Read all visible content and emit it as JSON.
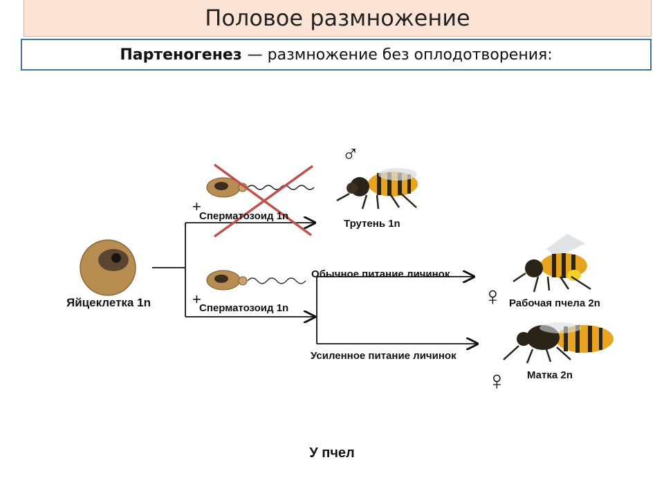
{
  "header": {
    "title": "Половое размножение",
    "term": "Партеногенез",
    "definition": "— размножение без оплодотворения:"
  },
  "labels": {
    "egg": "Яйцеклетка 1n",
    "sperm_top": "Сперматозоид 1n",
    "sperm_bottom": "Сперматозоид 1n",
    "drone": "Трутень 1n",
    "normal_feeding": "Обычное питание личинок",
    "enhanced_feeding": "Усиленное питание личинок",
    "worker": "Рабочая пчела 2n",
    "queen": "Матка 2n",
    "plus_top": "+",
    "plus_bottom": "+",
    "male_symbol": "♂",
    "female_symbol_worker": "♀",
    "female_symbol_queen": "♀"
  },
  "caption": "У пчел",
  "colors": {
    "title_bg": "#fbe4d6",
    "box_border": "#41719c",
    "cross": "#c0504d",
    "egg": "#b78d52",
    "bee_yellow": "#e8a41e",
    "bee_dark": "#2a2418"
  }
}
